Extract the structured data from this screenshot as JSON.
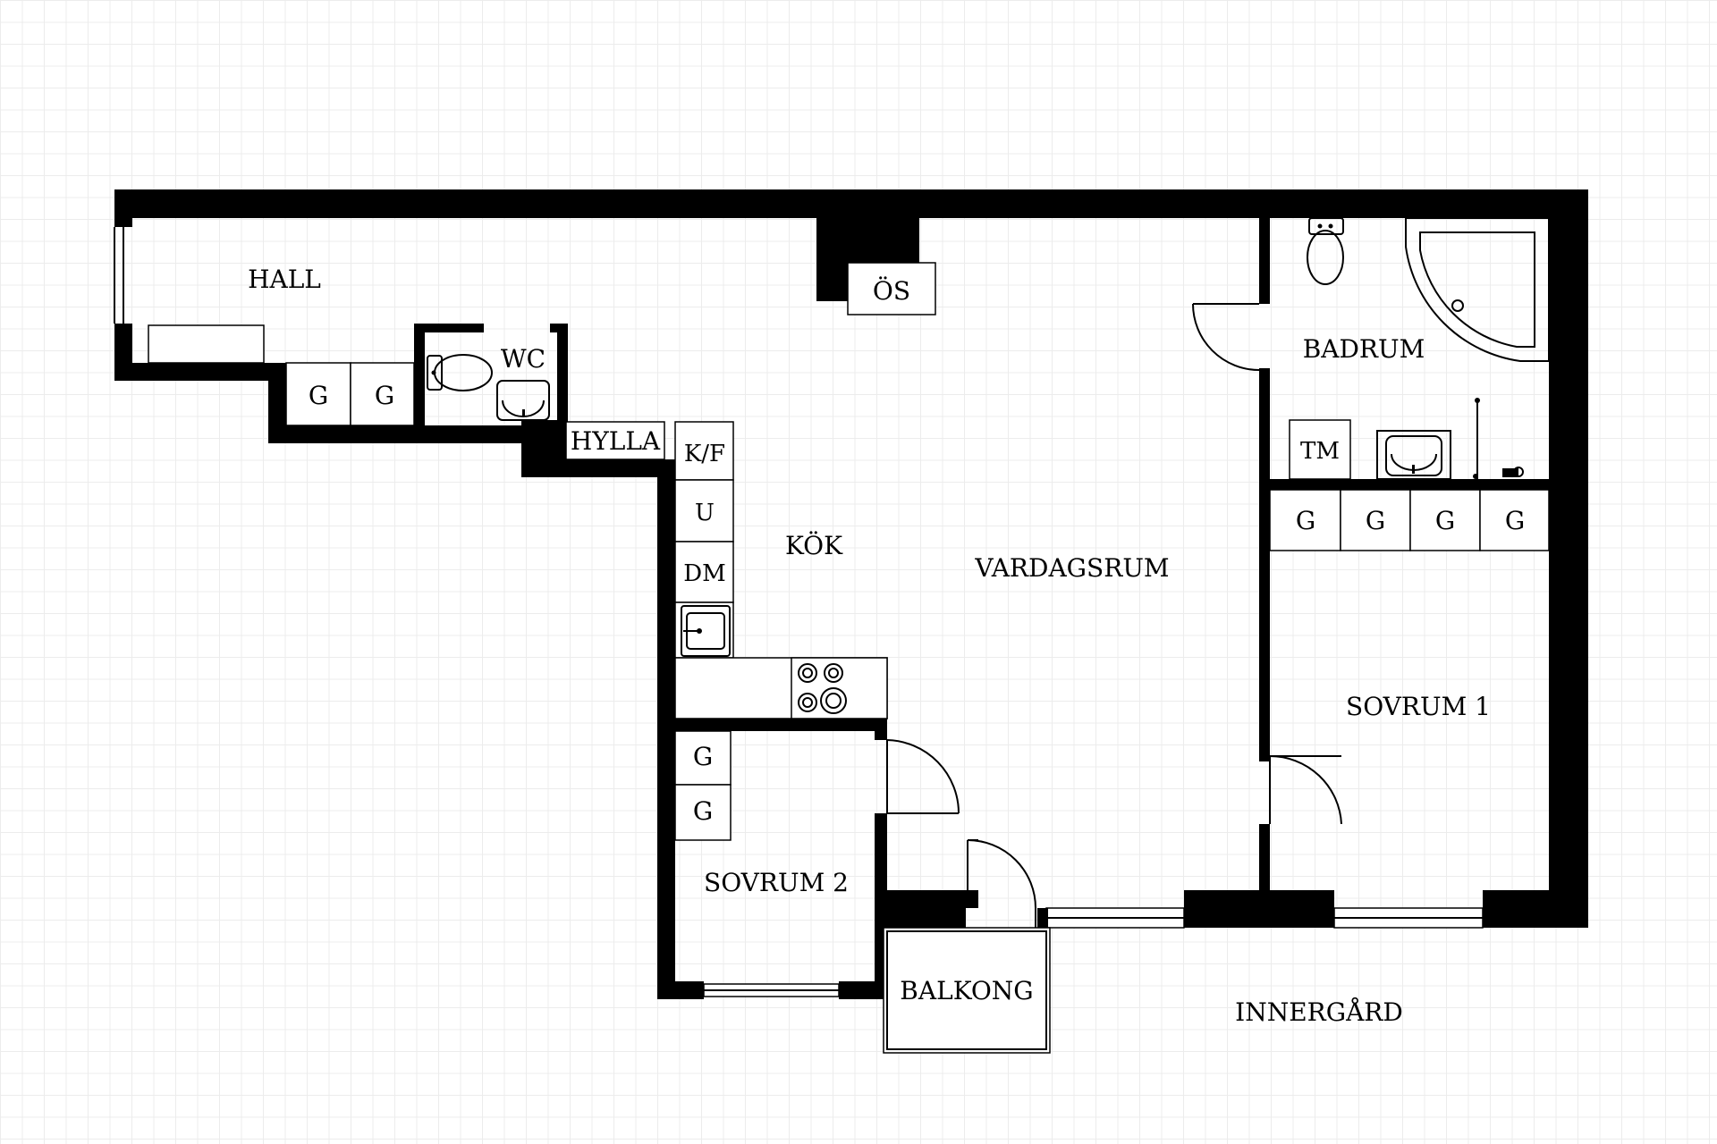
{
  "rooms": {
    "hall": "HALL",
    "os": "ÖS",
    "wc": "WC",
    "hylla": "HYLLA",
    "kok": "KÖK",
    "vardagsrum": "VARDAGSRUM",
    "badrum": "BADRUM",
    "sovrum1": "SOVRUM 1",
    "sovrum2": "SOVRUM 2",
    "balkong": "BALKONG",
    "innergard": "INNERGÅRD"
  },
  "fixtures": {
    "kf": "K/F",
    "u": "U",
    "dm": "DM",
    "tm": "TM",
    "garderob": "G"
  }
}
